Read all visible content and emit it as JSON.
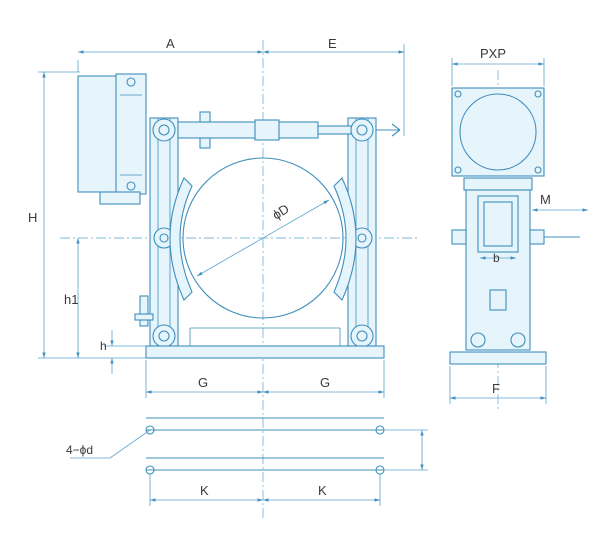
{
  "labels": {
    "A": "A",
    "E": "E",
    "PXP": "PXP",
    "H": "H",
    "h1": "h1",
    "h": "h",
    "D": "ϕD",
    "M": "M",
    "b": "b",
    "G_left": "G",
    "G_right": "G",
    "F": "F",
    "holes": "4−ϕd",
    "K_left": "K",
    "K_right": "K"
  },
  "colors": {
    "line": "#3f8fbd",
    "part_fill": "#e6f4fb",
    "text": "#3a3a3a"
  }
}
